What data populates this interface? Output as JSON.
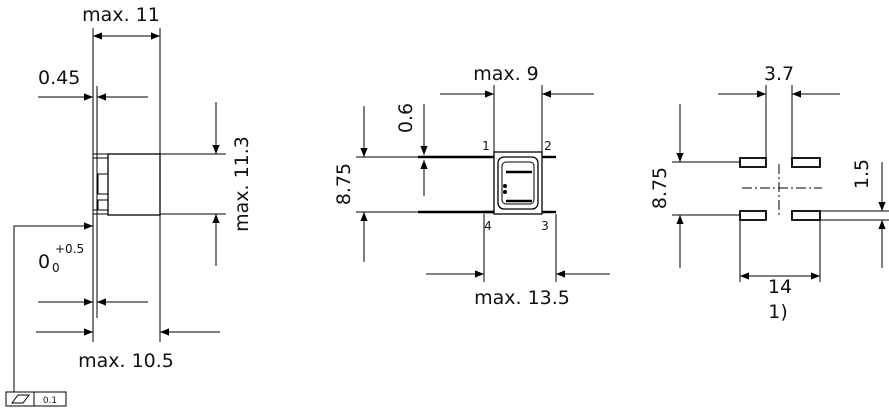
{
  "left_view": {
    "width_label": "max. 11",
    "offset_label": "0.45",
    "height_label": "max. 11.3",
    "zero_label": "0",
    "zero_sub": "0",
    "zero_sup": "+0.5",
    "bottom_label": "max. 10.5",
    "tolerance_value": "0.1"
  },
  "middle_view": {
    "width_label": "max. 9",
    "lead_label": "0.6",
    "pitch_label": "8.75",
    "pin1": "1",
    "pin2": "2",
    "pin3": "3",
    "pin4": "4",
    "bottom_label": "max. 13.5"
  },
  "right_view": {
    "gap_label": "3.7",
    "pitch_label": "8.75",
    "pad_label": "1.5",
    "span_label": "14",
    "note": "1)"
  }
}
